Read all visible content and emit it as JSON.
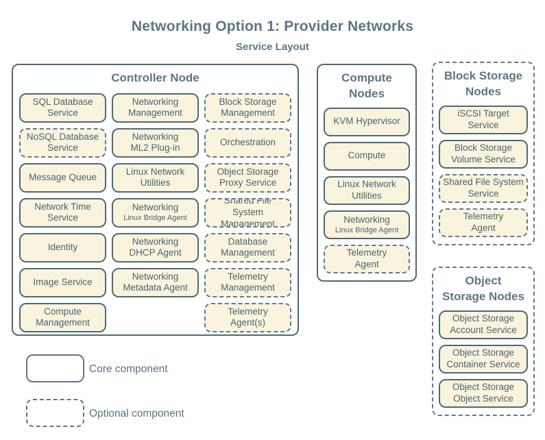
{
  "title": "Networking Option 1: Provider Networks",
  "subtitle": "Service Layout",
  "colors": {
    "box_fill": "#faf3de",
    "core_border": "#4e6a72",
    "optional_border": "#5d7c89",
    "box_text": "#4a646e",
    "heading_text": "#5d7683",
    "background": "#ffffff"
  },
  "containers": {
    "controller": {
      "title": "Controller Node",
      "type": "core",
      "boxes": [
        {
          "label": "SQL Database\nService",
          "type": "core"
        },
        {
          "label": "Networking\nManagement",
          "type": "core"
        },
        {
          "label": "Block Storage\nManagement",
          "type": "optional"
        },
        {
          "label": "NoSQL Database\nService",
          "type": "optional"
        },
        {
          "label": "Networking\nML2 Plug-in",
          "type": "core"
        },
        {
          "label": "Orchestration",
          "type": "optional"
        },
        {
          "label": "Message Queue",
          "type": "core"
        },
        {
          "label": "Linux Network\nUtilities",
          "type": "core"
        },
        {
          "label": "Object Storage\nProxy Service",
          "type": "optional"
        },
        {
          "label": "Network Time\nService",
          "type": "core"
        },
        {
          "label": "Networking",
          "sublabel": "Linux Bridge Agent",
          "type": "core"
        },
        {
          "label": "Shared File System\nManagement",
          "type": "optional"
        },
        {
          "label": "Identity",
          "type": "core"
        },
        {
          "label": "Networking\nDHCP Agent",
          "type": "core"
        },
        {
          "label": "Database\nManagement",
          "type": "optional"
        },
        {
          "label": "Image Service",
          "type": "core"
        },
        {
          "label": "Networking\nMetadata Agent",
          "type": "core"
        },
        {
          "label": "Telemetry\nManagement",
          "type": "optional"
        },
        {
          "label": "Compute\nManagement",
          "type": "core"
        },
        {
          "label": "Telemetry\nAgent(s)",
          "type": "optional"
        }
      ]
    },
    "compute": {
      "title": "Compute\nNodes",
      "type": "core",
      "boxes": [
        {
          "label": "KVM Hypervisor",
          "type": "core"
        },
        {
          "label": "Compute",
          "type": "core"
        },
        {
          "label": "Linux Network\nUtilities",
          "type": "core"
        },
        {
          "label": "Networking",
          "sublabel": "Linux Bridge Agent",
          "type": "core"
        },
        {
          "label": "Telemetry\nAgent",
          "type": "optional"
        }
      ]
    },
    "block_storage": {
      "title": "Block Storage\nNodes",
      "type": "optional",
      "boxes": [
        {
          "label": "iSCSI Target\nService",
          "type": "core"
        },
        {
          "label": "Block Storage\nVolume Service",
          "type": "core"
        },
        {
          "label": "Shared File System\nService",
          "type": "optional"
        },
        {
          "label": "Telemetry\nAgent",
          "type": "optional"
        }
      ]
    },
    "object_storage": {
      "title": "Object\nStorage Nodes",
      "type": "optional",
      "boxes": [
        {
          "label": "Object Storage\nAccount Service",
          "type": "core"
        },
        {
          "label": "Object Storage\nContainer Service",
          "type": "core"
        },
        {
          "label": "Object Storage\nObject Service",
          "type": "core"
        }
      ]
    }
  },
  "legend": {
    "core_label": "Core component",
    "optional_label": "Optional component"
  }
}
